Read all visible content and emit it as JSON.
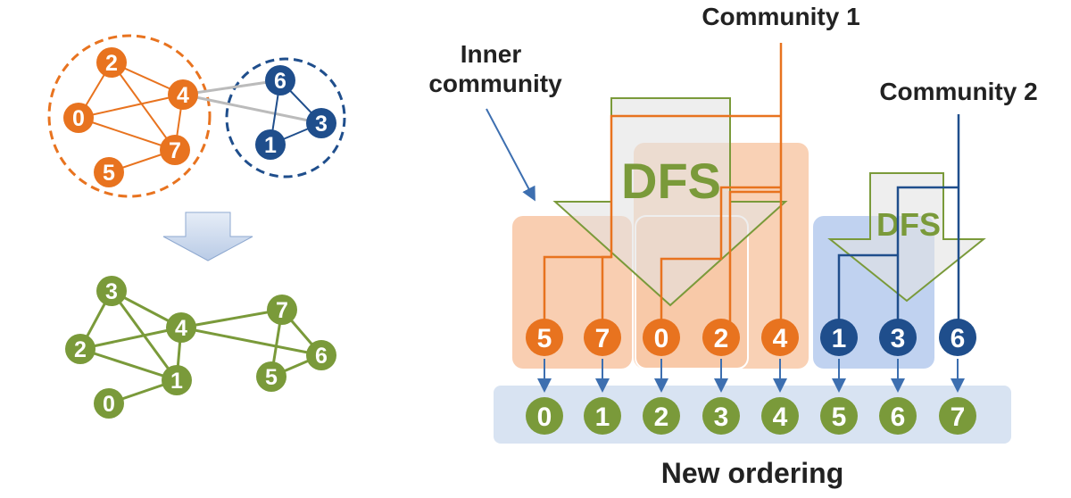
{
  "colors": {
    "orange": "#e8731f",
    "blue": "#1f4e8c",
    "green": "#7a9a3a",
    "orange_box": "#f8c9a8",
    "blue_box": "#b9cdee",
    "ordering_bar": "#d8e3f2",
    "edge_gray": "#bbbbbb"
  },
  "labels": {
    "community_1": "Community 1",
    "community_2": "Community 2",
    "inner_community_line1": "Inner",
    "inner_community_line2": "community",
    "dfs_large": "DFS",
    "dfs_small": "DFS",
    "new_ordering": "New ordering"
  },
  "original_graph": {
    "community_1_nodes": [
      "2",
      "4",
      "0",
      "7",
      "5"
    ],
    "community_2_nodes": [
      "6",
      "3",
      "1"
    ]
  },
  "reordered_graph": {
    "nodes": [
      "3",
      "4",
      "7",
      "2",
      "6",
      "1",
      "5",
      "0"
    ]
  },
  "ordering": {
    "sequence": [
      {
        "id": "5",
        "community": "orange"
      },
      {
        "id": "7",
        "community": "orange"
      },
      {
        "id": "0",
        "community": "orange"
      },
      {
        "id": "2",
        "community": "orange"
      },
      {
        "id": "4",
        "community": "orange"
      },
      {
        "id": "1",
        "community": "blue"
      },
      {
        "id": "3",
        "community": "blue"
      },
      {
        "id": "6",
        "community": "blue"
      }
    ],
    "new_ids": [
      "0",
      "1",
      "2",
      "3",
      "4",
      "5",
      "6",
      "7"
    ]
  },
  "icons": {
    "down_arrow": "down-arrow-icon"
  }
}
